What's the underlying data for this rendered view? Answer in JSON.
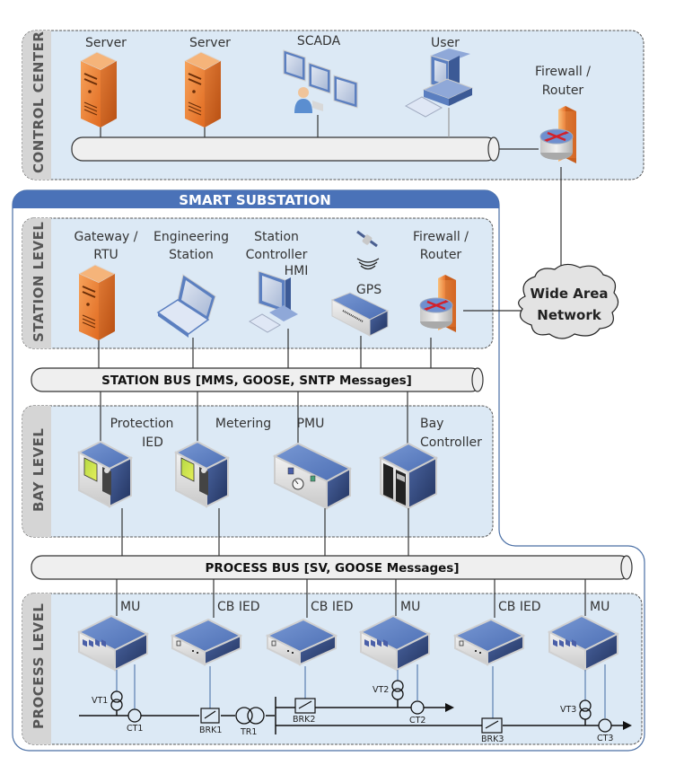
{
  "title": "SMART SUBSTATION",
  "levels": {
    "control_center": "CONTROL CENTER",
    "station": "STATION LEVEL",
    "bay": "BAY LEVEL",
    "process": "PROCESS LEVEL"
  },
  "control_center": {
    "devices": [
      {
        "label": "Server",
        "icon": "server-icon"
      },
      {
        "label": "Server",
        "icon": "server-icon"
      },
      {
        "label": "SCADA",
        "icon": "scada-workstation-icon"
      },
      {
        "label": "User",
        "icon": "desktop-computer-icon"
      }
    ],
    "firewall": {
      "line1": "Firewall /",
      "line2": "Router",
      "icon": "firewall-router-icon"
    }
  },
  "wan": {
    "line1": "Wide Area",
    "line2": "Network",
    "icon": "cloud-icon"
  },
  "station": {
    "devices": [
      {
        "line1": "Gateway /",
        "line2": "RTU",
        "icon": "server-icon"
      },
      {
        "line1": "Engineering",
        "line2": "Station",
        "icon": "laptop-icon"
      },
      {
        "line1": "Station",
        "line2": "Controller",
        "line3": "HMI",
        "icon": "monitor-icon"
      },
      {
        "line1": "GPS",
        "icon": "gps-receiver-icon"
      },
      {
        "line1": "Firewall /",
        "line2": "Router",
        "icon": "firewall-router-icon"
      }
    ]
  },
  "buses": {
    "station": "STATION BUS [MMS, GOOSE, SNTP Messages]",
    "process": "PROCESS BUS [SV, GOOSE Messages]"
  },
  "bay": {
    "devices": [
      {
        "line1": "Protection",
        "line2": "IED",
        "icon": "protection-ied-icon"
      },
      {
        "line1": "Metering",
        "icon": "meter-icon"
      },
      {
        "line1": "PMU",
        "icon": "pmu-icon"
      },
      {
        "line1": "Bay",
        "line2": "Controller",
        "icon": "bay-controller-icon"
      }
    ]
  },
  "process": {
    "devices": [
      {
        "label": "MU",
        "icon": "merging-unit-icon"
      },
      {
        "label": "CB IED",
        "icon": "cb-ied-icon"
      },
      {
        "label": "CB IED",
        "icon": "cb-ied-icon"
      },
      {
        "label": "MU",
        "icon": "merging-unit-icon"
      },
      {
        "label": "CB IED",
        "icon": "cb-ied-icon"
      },
      {
        "label": "MU",
        "icon": "merging-unit-icon"
      }
    ],
    "single_line": {
      "vt": [
        "VT1",
        "VT2",
        "VT3"
      ],
      "ct": [
        "CT1",
        "CT2",
        "CT3"
      ],
      "brk": [
        "BRK1",
        "BRK2",
        "BRK3"
      ],
      "tr": [
        "TR1"
      ]
    }
  },
  "colors": {
    "panel_fill": "#dce9f5",
    "side_tab": "#d5d5d5",
    "substation_header": "#4a72b8",
    "substation_border": "#4a6fa5",
    "server_orange": "#e8762d",
    "device_blue": "#5b7fc0",
    "bus_fill": "#efefef",
    "cloud_fill": "#e3e3e3"
  }
}
